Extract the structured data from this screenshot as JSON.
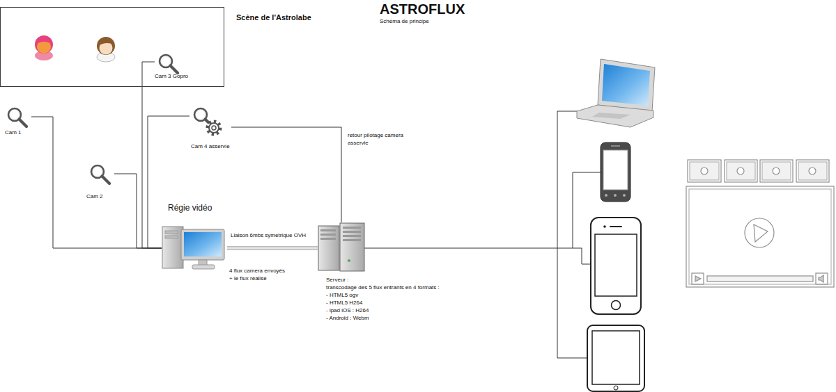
{
  "diagram": {
    "title": "ASTROFLUX",
    "caption": "Schéma de principe",
    "nodes": [
      {
        "text": [
          "Scène de l'Astrolabe"
        ]
      },
      {
        "text": [
          "Cam 3 Gopro"
        ],
        "in": 0
      },
      {
        "text": [
          "Cam 1"
        ]
      },
      {
        "text": [
          "Cam 2"
        ]
      },
      {
        "text": [
          "Cam 4 asservie"
        ]
      },
      {
        "text": [
          "Régie vidéo"
        ]
      },
      {
        "text": [
          "Serveur :",
          "transcodage des 5 flux entrants en 4 formats :",
          "- HTML5 ogv",
          "- HTML5 H264",
          "- ipad iOS : H264",
          "- Android : Webm"
        ]
      }
    ],
    "edges": [
      {
        "from": 2,
        "to": 5,
        "arrow": "none"
      },
      {
        "from": 3,
        "to": 5,
        "arrow": "none"
      },
      {
        "from": 1,
        "to": 5,
        "arrow": "none"
      },
      {
        "from": 4,
        "to": 5,
        "arrow": "none"
      },
      {
        "from": 5,
        "to": 6,
        "label": "Liaison 6mbs symetrique OVH",
        "arrow": "none"
      },
      {
        "from": 6,
        "to": 4,
        "label": "retour pilotage camera asservie",
        "arrow": "none"
      }
    ],
    "labels": [
      "4 flux camera envoyés",
      "+ le flux réalisé"
    ]
  }
}
